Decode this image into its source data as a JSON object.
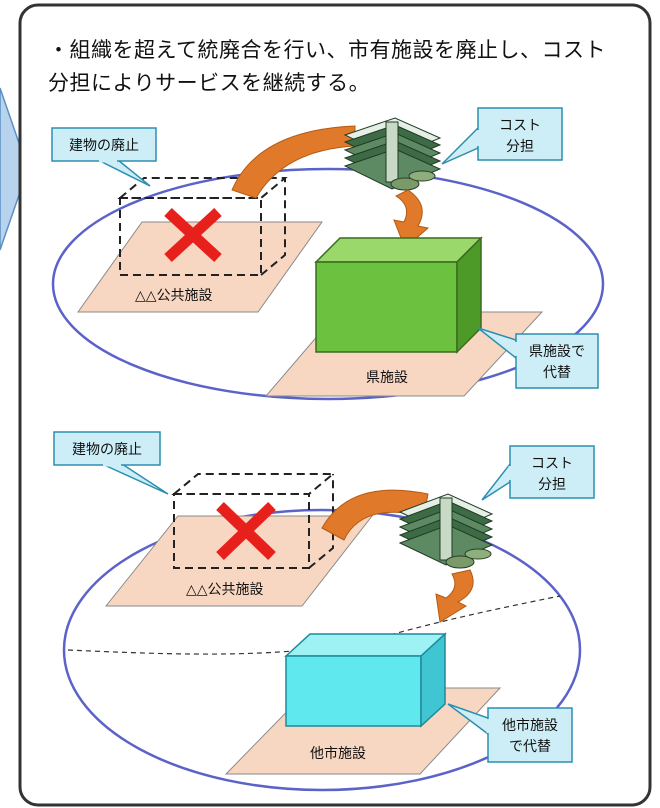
{
  "caption": {
    "line1": "・組織を超えて統廃合を行い、市有施設を廃止し、コスト",
    "line2": "分担によりサービスを継続する。"
  },
  "scenario_top": {
    "callout_demolish": "建物の廃止",
    "public_facility_label": "△△公共施設",
    "callout_cost_line1": "コスト",
    "callout_cost_line2": "分担",
    "target_facility_label": "県施設",
    "callout_replace_line1": "県施設で",
    "callout_replace_line2": "代替"
  },
  "scenario_bottom": {
    "callout_demolish": "建物の廃止",
    "public_facility_label": "△△公共施設",
    "callout_cost_line1": "コスト",
    "callout_cost_line2": "分担",
    "target_facility_label": "他市施設",
    "callout_replace_line1": "他市施設",
    "callout_replace_line2": "で代替"
  },
  "colors": {
    "frame_border": "#333333",
    "ellipse": "#5b63c8",
    "floor": "#f8d7c2",
    "cross": "#e8201c",
    "arrow": "#e07a2a",
    "callout_fill": "#cdeef7",
    "callout_stroke": "#2c8fb0",
    "green_box": "#6cc13f",
    "cyan_box": "#5fe8ee",
    "money": "#3d6b46",
    "chevron": "#b7d3ee"
  }
}
